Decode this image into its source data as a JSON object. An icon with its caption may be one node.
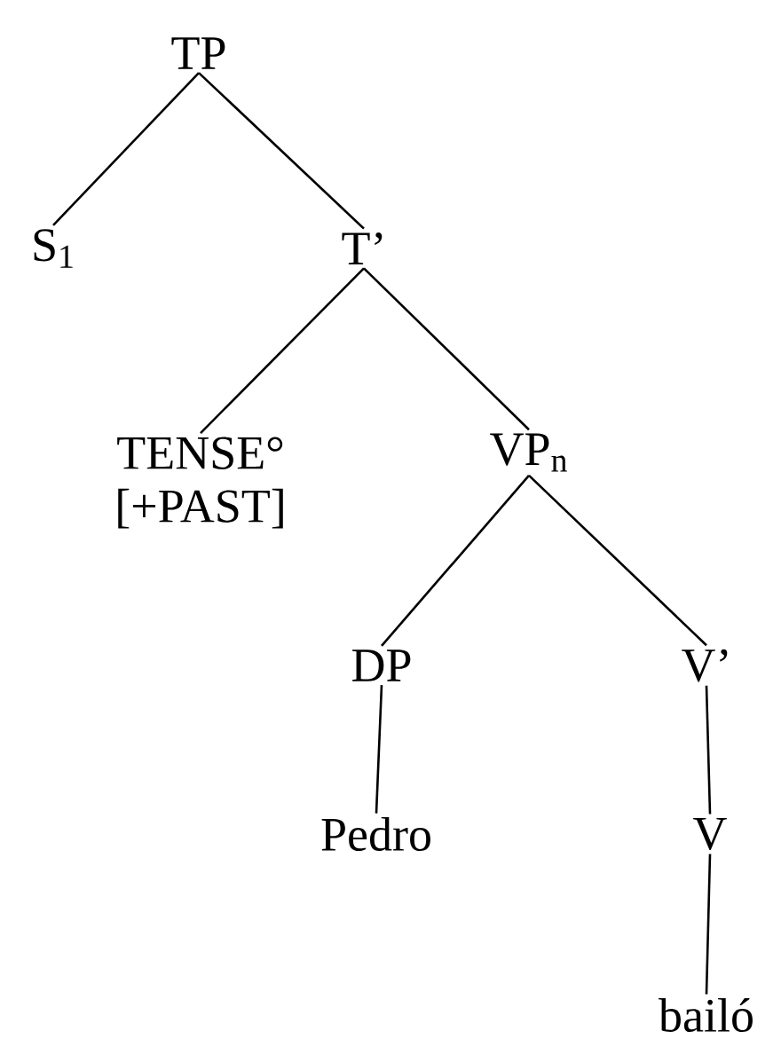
{
  "diagram": {
    "nodes": [
      {
        "text": [
          "TP"
        ]
      },
      {
        "text": [
          "S$_{1}$"
        ]
      },
      {
        "text": [
          "T’"
        ]
      },
      {
        "text": [
          "TENSE°",
          "[+PAST]"
        ]
      },
      {
        "text": [
          "VP$_{n}$"
        ]
      },
      {
        "text": [
          "DP"
        ]
      },
      {
        "text": [
          "V’"
        ]
      },
      {
        "text": [
          "Pedro"
        ]
      },
      {
        "text": [
          "V"
        ]
      },
      {
        "text": [
          "bailó"
        ]
      }
    ],
    "edges": [
      {
        "from": 0,
        "to": 1,
        "arrow": "none"
      },
      {
        "from": 0,
        "to": 2,
        "arrow": "none"
      },
      {
        "from": 2,
        "to": 3,
        "arrow": "none"
      },
      {
        "from": 2,
        "to": 4,
        "arrow": "none"
      },
      {
        "from": 4,
        "to": 5,
        "arrow": "none"
      },
      {
        "from": 4,
        "to": 6,
        "arrow": "none"
      },
      {
        "from": 5,
        "to": 7,
        "arrow": "none"
      },
      {
        "from": 6,
        "to": 8,
        "arrow": "none"
      },
      {
        "from": 8,
        "to": 9,
        "arrow": "none"
      }
    ]
  }
}
